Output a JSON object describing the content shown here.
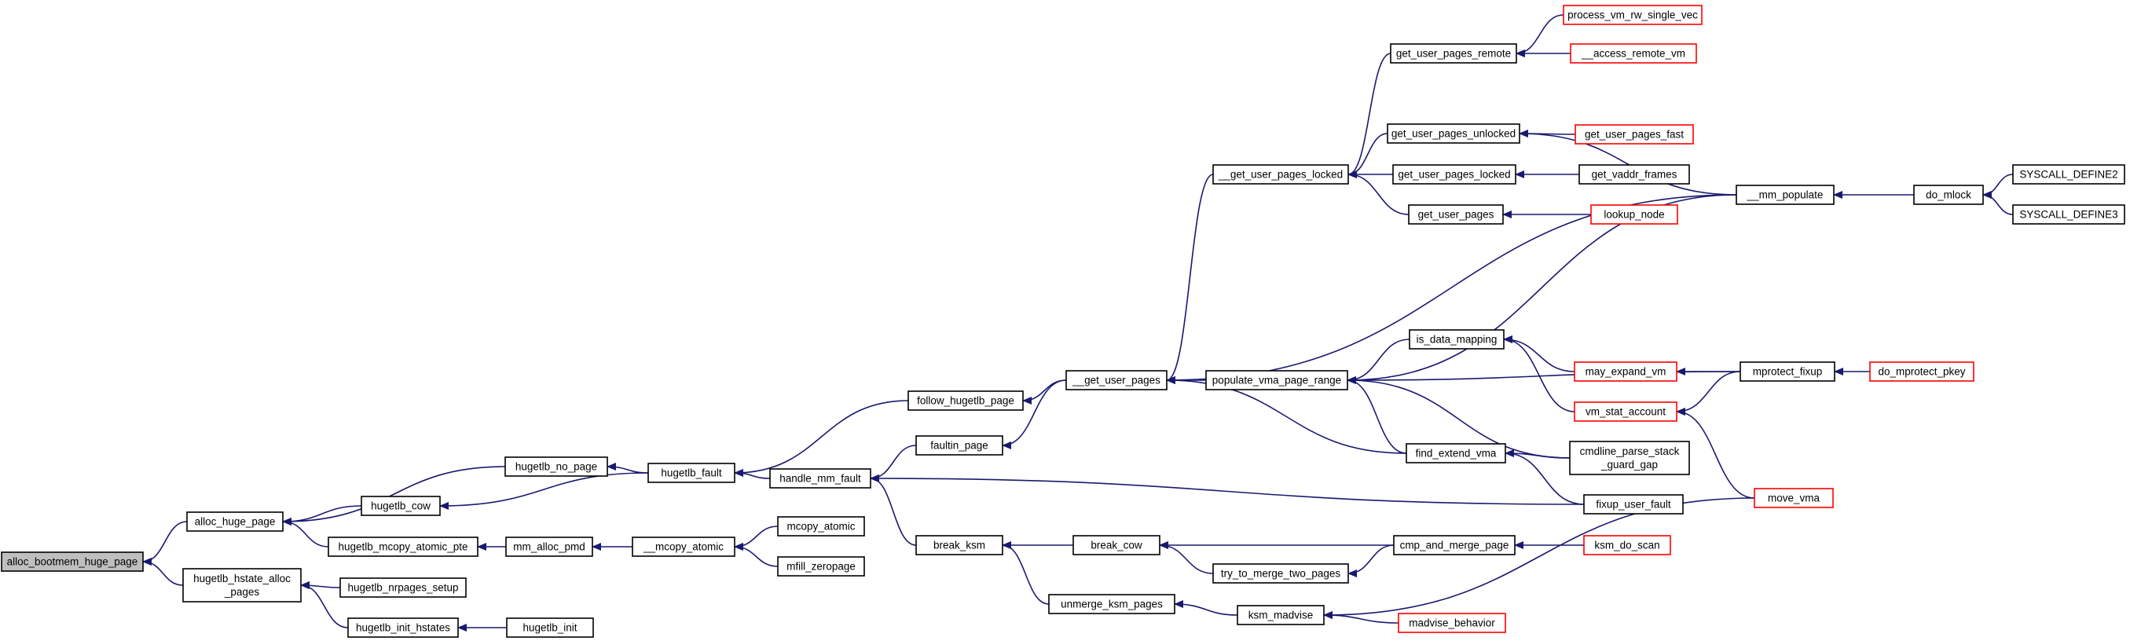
{
  "colors": {
    "edge": "#191970",
    "node_border": "#000000",
    "node_fill": "#ffffff",
    "truncated_border": "#ff0000",
    "root_fill": "#bfbfbf"
  },
  "nodes": [
    {
      "id": "alloc_bootmem_huge_page",
      "lines": [
        "alloc_bootmem_huge_page"
      ],
      "kind": "root"
    },
    {
      "id": "alloc_huge_page",
      "lines": [
        "alloc_huge_page"
      ],
      "kind": "normal"
    },
    {
      "id": "hugetlb_hstate_alloc_pages",
      "lines": [
        "hugetlb_hstate_alloc",
        "_pages"
      ],
      "kind": "normal"
    },
    {
      "id": "hugetlb_nrpages_setup",
      "lines": [
        "hugetlb_nrpages_setup"
      ],
      "kind": "normal"
    },
    {
      "id": "hugetlb_init_hstates",
      "lines": [
        "hugetlb_init_hstates"
      ],
      "kind": "normal"
    },
    {
      "id": "hugetlb_init",
      "lines": [
        "hugetlb_init"
      ],
      "kind": "normal"
    },
    {
      "id": "hugetlb_no_page",
      "lines": [
        "hugetlb_no_page"
      ],
      "kind": "normal"
    },
    {
      "id": "hugetlb_cow",
      "lines": [
        "hugetlb_cow"
      ],
      "kind": "normal"
    },
    {
      "id": "hugetlb_mcopy_atomic_pte",
      "lines": [
        "hugetlb_mcopy_atomic_pte"
      ],
      "kind": "normal"
    },
    {
      "id": "mm_alloc_pmd",
      "lines": [
        "mm_alloc_pmd"
      ],
      "kind": "normal"
    },
    {
      "id": "__mcopy_atomic",
      "lines": [
        "__mcopy_atomic"
      ],
      "kind": "normal"
    },
    {
      "id": "mcopy_atomic",
      "lines": [
        "mcopy_atomic"
      ],
      "kind": "normal"
    },
    {
      "id": "mfill_zeropage",
      "lines": [
        "mfill_zeropage"
      ],
      "kind": "normal"
    },
    {
      "id": "hugetlb_fault",
      "lines": [
        "hugetlb_fault"
      ],
      "kind": "normal"
    },
    {
      "id": "follow_hugetlb_page",
      "lines": [
        "follow_hugetlb_page"
      ],
      "kind": "normal"
    },
    {
      "id": "handle_mm_fault",
      "lines": [
        "handle_mm_fault"
      ],
      "kind": "normal"
    },
    {
      "id": "faultin_page",
      "lines": [
        "faultin_page"
      ],
      "kind": "normal"
    },
    {
      "id": "break_ksm",
      "lines": [
        "break_ksm"
      ],
      "kind": "normal"
    },
    {
      "id": "break_cow",
      "lines": [
        "break_cow"
      ],
      "kind": "normal"
    },
    {
      "id": "unmerge_ksm_pages",
      "lines": [
        "unmerge_ksm_pages"
      ],
      "kind": "normal"
    },
    {
      "id": "try_to_merge_two_pages",
      "lines": [
        "try_to_merge_two_pages"
      ],
      "kind": "normal"
    },
    {
      "id": "ksm_madvise",
      "lines": [
        "ksm_madvise"
      ],
      "kind": "normal"
    },
    {
      "id": "madvise_behavior",
      "lines": [
        "madvise_behavior"
      ],
      "kind": "truncated"
    },
    {
      "id": "cmp_and_merge_page",
      "lines": [
        "cmp_and_merge_page"
      ],
      "kind": "normal"
    },
    {
      "id": "ksm_do_scan",
      "lines": [
        "ksm_do_scan"
      ],
      "kind": "truncated"
    },
    {
      "id": "__get_user_pages",
      "lines": [
        "__get_user_pages"
      ],
      "kind": "normal"
    },
    {
      "id": "populate_vma_page_range",
      "lines": [
        "populate_vma_page_range"
      ],
      "kind": "normal"
    },
    {
      "id": "__get_user_pages_locked",
      "lines": [
        "__get_user_pages_locked"
      ],
      "kind": "normal"
    },
    {
      "id": "get_user_pages_remote",
      "lines": [
        "get_user_pages_remote"
      ],
      "kind": "normal"
    },
    {
      "id": "get_user_pages_unlocked",
      "lines": [
        "get_user_pages_unlocked"
      ],
      "kind": "normal"
    },
    {
      "id": "get_user_pages_locked",
      "lines": [
        "get_user_pages_locked"
      ],
      "kind": "normal"
    },
    {
      "id": "get_user_pages",
      "lines": [
        "get_user_pages"
      ],
      "kind": "normal"
    },
    {
      "id": "process_vm_rw_single_vec",
      "lines": [
        "process_vm_rw_single_vec"
      ],
      "kind": "truncated"
    },
    {
      "id": "__access_remote_vm",
      "lines": [
        "__access_remote_vm"
      ],
      "kind": "truncated"
    },
    {
      "id": "get_user_pages_fast",
      "lines": [
        "get_user_pages_fast"
      ],
      "kind": "truncated"
    },
    {
      "id": "get_vaddr_frames",
      "lines": [
        "get_vaddr_frames"
      ],
      "kind": "normal"
    },
    {
      "id": "lookup_node",
      "lines": [
        "lookup_node"
      ],
      "kind": "truncated"
    },
    {
      "id": "is_data_mapping",
      "lines": [
        "is_data_mapping"
      ],
      "kind": "normal"
    },
    {
      "id": "find_extend_vma",
      "lines": [
        "find_extend_vma"
      ],
      "kind": "normal"
    },
    {
      "id": "may_expand_vm",
      "lines": [
        "may_expand_vm"
      ],
      "kind": "truncated"
    },
    {
      "id": "vm_stat_account",
      "lines": [
        "vm_stat_account"
      ],
      "kind": "truncated"
    },
    {
      "id": "cmdline_parse_stack_guard_gap",
      "lines": [
        "cmdline_parse_stack",
        "_guard_gap"
      ],
      "kind": "normal"
    },
    {
      "id": "fixup_user_fault",
      "lines": [
        "fixup_user_fault"
      ],
      "kind": "normal"
    },
    {
      "id": "__mm_populate",
      "lines": [
        "__mm_populate"
      ],
      "kind": "normal"
    },
    {
      "id": "mprotect_fixup",
      "lines": [
        "mprotect_fixup"
      ],
      "kind": "normal"
    },
    {
      "id": "do_mprotect_pkey",
      "lines": [
        "do_mprotect_pkey"
      ],
      "kind": "truncated"
    },
    {
      "id": "move_vma",
      "lines": [
        "move_vma"
      ],
      "kind": "truncated"
    },
    {
      "id": "do_mlock",
      "lines": [
        "do_mlock"
      ],
      "kind": "normal"
    },
    {
      "id": "SYSCALL_DEFINE2",
      "lines": [
        "SYSCALL_DEFINE2"
      ],
      "kind": "normal"
    },
    {
      "id": "SYSCALL_DEFINE3",
      "lines": [
        "SYSCALL_DEFINE3"
      ],
      "kind": "normal"
    }
  ],
  "edges": [
    [
      "alloc_huge_page",
      "alloc_bootmem_huge_page"
    ],
    [
      "hugetlb_hstate_alloc_pages",
      "alloc_bootmem_huge_page"
    ],
    [
      "hugetlb_nrpages_setup",
      "hugetlb_hstate_alloc_pages"
    ],
    [
      "hugetlb_init_hstates",
      "hugetlb_hstate_alloc_pages"
    ],
    [
      "hugetlb_init",
      "hugetlb_init_hstates"
    ],
    [
      "hugetlb_no_page",
      "alloc_huge_page"
    ],
    [
      "hugetlb_cow",
      "alloc_huge_page"
    ],
    [
      "hugetlb_mcopy_atomic_pte",
      "alloc_huge_page"
    ],
    [
      "hugetlb_fault",
      "hugetlb_no_page"
    ],
    [
      "hugetlb_fault",
      "hugetlb_cow"
    ],
    [
      "mm_alloc_pmd",
      "hugetlb_mcopy_atomic_pte"
    ],
    [
      "__mcopy_atomic",
      "mm_alloc_pmd"
    ],
    [
      "mcopy_atomic",
      "__mcopy_atomic"
    ],
    [
      "mfill_zeropage",
      "__mcopy_atomic"
    ],
    [
      "follow_hugetlb_page",
      "hugetlb_fault"
    ],
    [
      "handle_mm_fault",
      "hugetlb_fault"
    ],
    [
      "__get_user_pages",
      "follow_hugetlb_page"
    ],
    [
      "faultin_page",
      "handle_mm_fault"
    ],
    [
      "break_ksm",
      "handle_mm_fault"
    ],
    [
      "fixup_user_fault",
      "handle_mm_fault"
    ],
    [
      "__get_user_pages",
      "faultin_page"
    ],
    [
      "break_cow",
      "break_ksm"
    ],
    [
      "unmerge_ksm_pages",
      "break_ksm"
    ],
    [
      "cmp_and_merge_page",
      "break_cow"
    ],
    [
      "try_to_merge_two_pages",
      "break_cow"
    ],
    [
      "cmp_and_merge_page",
      "try_to_merge_two_pages"
    ],
    [
      "ksm_do_scan",
      "cmp_and_merge_page"
    ],
    [
      "ksm_madvise",
      "unmerge_ksm_pages"
    ],
    [
      "madvise_behavior",
      "ksm_madvise"
    ],
    [
      "move_vma",
      "ksm_madvise"
    ],
    [
      "populate_vma_page_range",
      "__get_user_pages"
    ],
    [
      "__get_user_pages_locked",
      "__get_user_pages"
    ],
    [
      "__mm_populate",
      "__get_user_pages"
    ],
    [
      "find_extend_vma",
      "__get_user_pages"
    ],
    [
      "get_user_pages_remote",
      "__get_user_pages_locked"
    ],
    [
      "get_user_pages_unlocked",
      "__get_user_pages_locked"
    ],
    [
      "get_user_pages_locked",
      "__get_user_pages_locked"
    ],
    [
      "get_user_pages",
      "__get_user_pages_locked"
    ],
    [
      "process_vm_rw_single_vec",
      "get_user_pages_remote"
    ],
    [
      "__access_remote_vm",
      "get_user_pages_remote"
    ],
    [
      "get_user_pages_fast",
      "get_user_pages_unlocked"
    ],
    [
      "__mm_populate",
      "get_user_pages_unlocked"
    ],
    [
      "get_vaddr_frames",
      "get_user_pages_locked"
    ],
    [
      "lookup_node",
      "get_user_pages"
    ],
    [
      "is_data_mapping",
      "populate_vma_page_range"
    ],
    [
      "find_extend_vma",
      "populate_vma_page_range"
    ],
    [
      "cmdline_parse_stack_guard_gap",
      "populate_vma_page_range"
    ],
    [
      "__mm_populate",
      "populate_vma_page_range"
    ],
    [
      "mprotect_fixup",
      "populate_vma_page_range"
    ],
    [
      "may_expand_vm",
      "is_data_mapping"
    ],
    [
      "vm_stat_account",
      "is_data_mapping"
    ],
    [
      "cmdline_parse_stack_guard_gap",
      "find_extend_vma"
    ],
    [
      "fixup_user_fault",
      "find_extend_vma"
    ],
    [
      "mprotect_fixup",
      "may_expand_vm"
    ],
    [
      "mprotect_fixup",
      "vm_stat_account"
    ],
    [
      "move_vma",
      "vm_stat_account"
    ],
    [
      "do_mprotect_pkey",
      "mprotect_fixup"
    ],
    [
      "do_mlock",
      "__mm_populate"
    ],
    [
      "SYSCALL_DEFINE2",
      "do_mlock"
    ],
    [
      "SYSCALL_DEFINE3",
      "do_mlock"
    ]
  ]
}
